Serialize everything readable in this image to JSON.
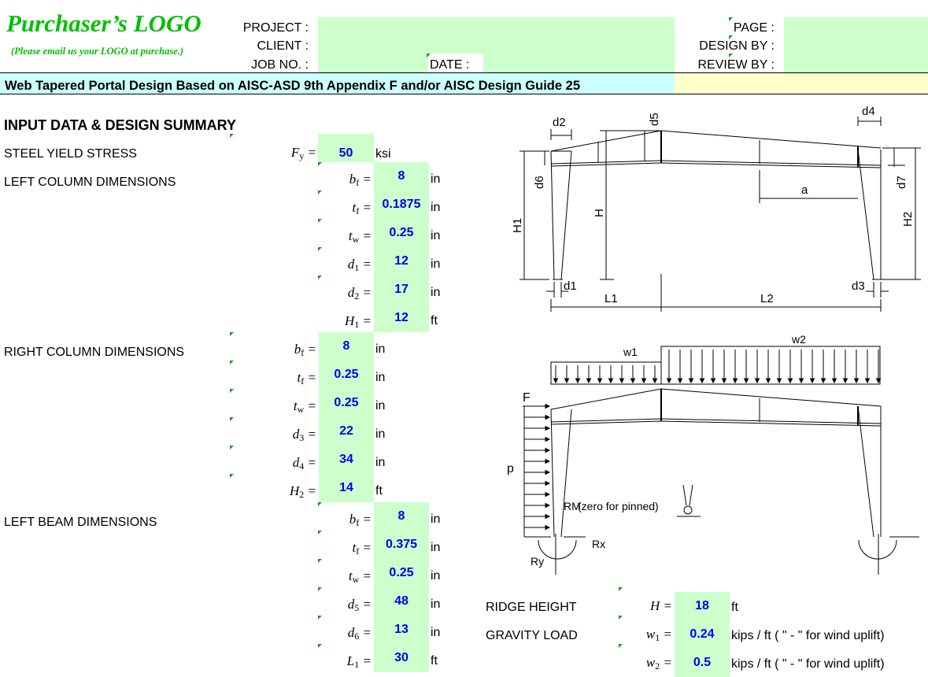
{
  "logo": {
    "title": "Purchaser’s LOGO",
    "note": "(Please email us your LOGO at purchase.)"
  },
  "header": {
    "project_label": "PROJECT :",
    "client_label": "CLIENT :",
    "job_label": "JOB NO. :",
    "date_label": "DATE :",
    "page_label": "PAGE :",
    "design_label": "DESIGN BY :",
    "review_label": "REVIEW BY :"
  },
  "banner": "Web Tapered Portal Design Based on AISC-ASD 9th Appendix F and/or AISC Design Guide 25",
  "section_title": "INPUT DATA & DESIGN SUMMARY",
  "steel": {
    "label": "STEEL YIELD STRESS",
    "sym": "F",
    "sub": "y",
    "value": "50",
    "unit": "ksi"
  },
  "left_column": {
    "label": "LEFT COLUMN DIMENSIONS",
    "rows": [
      {
        "sym": "b",
        "sub": "f",
        "value": "8",
        "unit": "in"
      },
      {
        "sym": "t",
        "sub": "f",
        "value": "0.1875",
        "unit": "in"
      },
      {
        "sym": "t",
        "sub": "w",
        "value": "0.25",
        "unit": "in"
      },
      {
        "sym": "d",
        "sub": "1",
        "value": "12",
        "unit": "in"
      },
      {
        "sym": "d",
        "sub": "2",
        "value": "17",
        "unit": "in"
      },
      {
        "sym": "H",
        "sub": "1",
        "value": "12",
        "unit": "ft"
      }
    ]
  },
  "right_column": {
    "label": "RIGHT COLUMN DIMENSIONS",
    "rows": [
      {
        "sym": "b",
        "sub": "f",
        "value": "8",
        "unit": "in"
      },
      {
        "sym": "t",
        "sub": "f",
        "value": "0.25",
        "unit": "in"
      },
      {
        "sym": "t",
        "sub": "w",
        "value": "0.25",
        "unit": "in"
      },
      {
        "sym": "d",
        "sub": "3",
        "value": "22",
        "unit": "in"
      },
      {
        "sym": "d",
        "sub": "4",
        "value": "34",
        "unit": "in"
      },
      {
        "sym": "H",
        "sub": "2",
        "value": "14",
        "unit": "ft"
      }
    ]
  },
  "left_beam": {
    "label": "LEFT BEAM DIMENSIONS",
    "rows": [
      {
        "sym": "b",
        "sub": "f",
        "value": "8",
        "unit": "in"
      },
      {
        "sym": "t",
        "sub": "f",
        "value": "0.375",
        "unit": "in"
      },
      {
        "sym": "t",
        "sub": "w",
        "value": "0.25",
        "unit": "in"
      },
      {
        "sym": "d",
        "sub": "5",
        "value": "48",
        "unit": "in"
      },
      {
        "sym": "d",
        "sub": "6",
        "value": "13",
        "unit": "in"
      },
      {
        "sym": "L",
        "sub": "1",
        "value": "30",
        "unit": "ft"
      }
    ]
  },
  "ridge": {
    "label": "RIDGE HEIGHT",
    "sym": "H",
    "eq": "=",
    "value": "18",
    "unit": "ft"
  },
  "gravity": {
    "label": "GRAVITY LOAD",
    "sym": "w",
    "sub": "1",
    "eq": "=",
    "value": "0.24",
    "unit": "kips / ft ( \" - \" for wind uplift)"
  },
  "w2": {
    "sym": "w",
    "sub": "2",
    "eq": "=",
    "value": "0.5",
    "unit": "kips / ft ( \" - \" for wind uplift)"
  },
  "diagram1": {
    "d2": "d2",
    "d5": "d5",
    "d4": "d4",
    "d6": "d6",
    "d7": "d7",
    "H": "H",
    "H1": "H1",
    "H2": "H2",
    "a": "a",
    "d1": "d1",
    "d3": "d3",
    "L1": "L1",
    "L2": "L2"
  },
  "diagram2": {
    "w1": "w1",
    "w2": "w2",
    "F": "F",
    "p": "p",
    "RM": "RM",
    "pinned": "(zero for pinned)",
    "Rx": "Rx",
    "Ry": "Ry"
  }
}
